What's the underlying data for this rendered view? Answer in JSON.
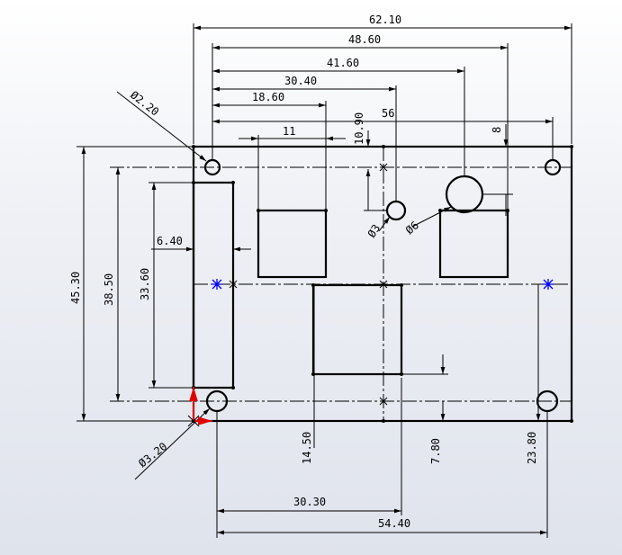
{
  "dimensions": {
    "d_62_10": "62.10",
    "d_48_60": "48.60",
    "d_41_60": "41.60",
    "d_30_40": "30.40",
    "d_18_60": "18.60",
    "d_56": "56",
    "d_11": "11",
    "d_10_90": "10.90",
    "d_8": "8",
    "d_phi_2_20": "Ø2.20",
    "d_phi_3": "Ø3",
    "d_phi_6": "Ø6",
    "d_6_40": "6.40",
    "d_45_30": "45.30",
    "d_38_50": "38.50",
    "d_33_60": "33.60",
    "d_phi_3_20": "Ø3.20",
    "d_14_50": "14.50",
    "d_7_80": "7.80",
    "d_23_80": "23.80",
    "d_30_30": "30.30",
    "d_54_40": "54.40"
  },
  "colors": {
    "geometry": "#000000",
    "origin_axis": "#e00000",
    "relation_marker": "#0000ff",
    "dimension_text": "#7a3a1a"
  },
  "icons": {
    "origin": "origin-axis-icon",
    "midpoint": "midpoint-relation-icon"
  }
}
